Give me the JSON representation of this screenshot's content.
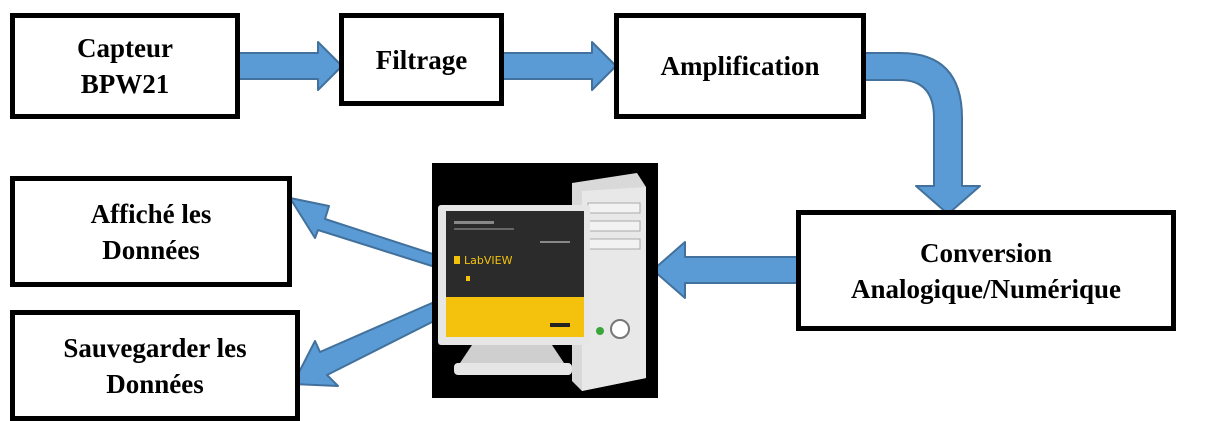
{
  "diagram": {
    "nodes": {
      "capteur": {
        "lines": [
          "Capteur",
          "BPW21"
        ]
      },
      "filtrage": {
        "lines": [
          "Filtrage"
        ]
      },
      "amplification": {
        "lines": [
          "Amplification"
        ]
      },
      "conversion": {
        "lines": [
          "Conversion",
          "Analogique/Numérique"
        ]
      },
      "affiche": {
        "lines": [
          "Affiché les",
          "Données"
        ]
      },
      "sauvegarder": {
        "lines": [
          "Sauvegarder les",
          "Données"
        ]
      }
    },
    "computer": {
      "icon": "desktop-computer-icon",
      "screen_brand": "LabVIEW"
    },
    "edges": [
      {
        "from": "capteur",
        "to": "filtrage"
      },
      {
        "from": "filtrage",
        "to": "amplification"
      },
      {
        "from": "amplification",
        "to": "conversion"
      },
      {
        "from": "conversion",
        "to": "computer"
      },
      {
        "from": "computer",
        "to": "affiche"
      },
      {
        "from": "computer",
        "to": "sauvegarder"
      }
    ],
    "colors": {
      "arrow_fill": "#5b9bd5",
      "arrow_stroke": "#41719c",
      "box_border": "#000000",
      "screen_accent": "#f4c20d"
    }
  }
}
